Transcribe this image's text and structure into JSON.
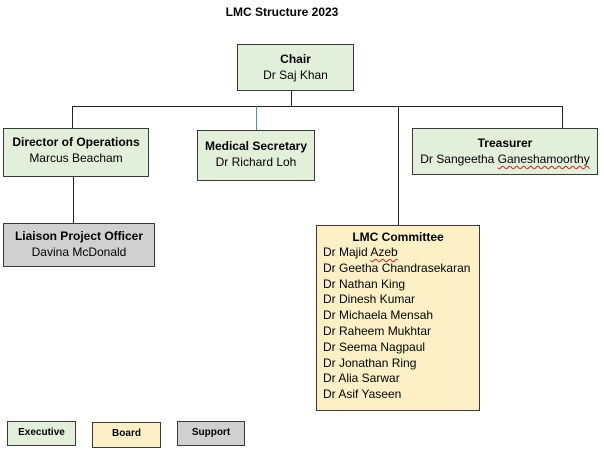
{
  "title": "LMC Structure 2023",
  "chair": {
    "role": "Chair",
    "name": "Dr Saj Khan"
  },
  "director": {
    "role": "Director of Operations",
    "name": "Marcus Beacham"
  },
  "medical": {
    "role": "Medical Secretary",
    "name": "Dr Richard Loh"
  },
  "treasurer": {
    "role": "Treasurer",
    "name_prefix": "Dr Sangeetha ",
    "name_surname": "Ganeshamoorthy"
  },
  "liaison": {
    "role": "Liaison Project Officer",
    "name": "Davina McDonald"
  },
  "committee": {
    "role": "LMC Committee",
    "first_member_prefix": "Dr Majid ",
    "first_member_surname": "Azeb",
    "members": [
      "Dr Geetha Chandrasekaran",
      "Dr Nathan King",
      "Dr Dinesh Kumar",
      "Dr Michaela Mensah",
      "Dr Raheem Mukhtar",
      "Dr Seema Nagpaul",
      "Dr Jonathan Ring",
      "Dr Alia Sarwar",
      "Dr Asif Yaseen"
    ]
  },
  "legend": {
    "executive": "Executive",
    "board": "Board",
    "support": "Support"
  },
  "colors": {
    "executive": "#e2efda",
    "board": "#fdf0c6",
    "support": "#d0d0d0",
    "connector": "#222222",
    "connector_blue": "#5b83c6"
  }
}
